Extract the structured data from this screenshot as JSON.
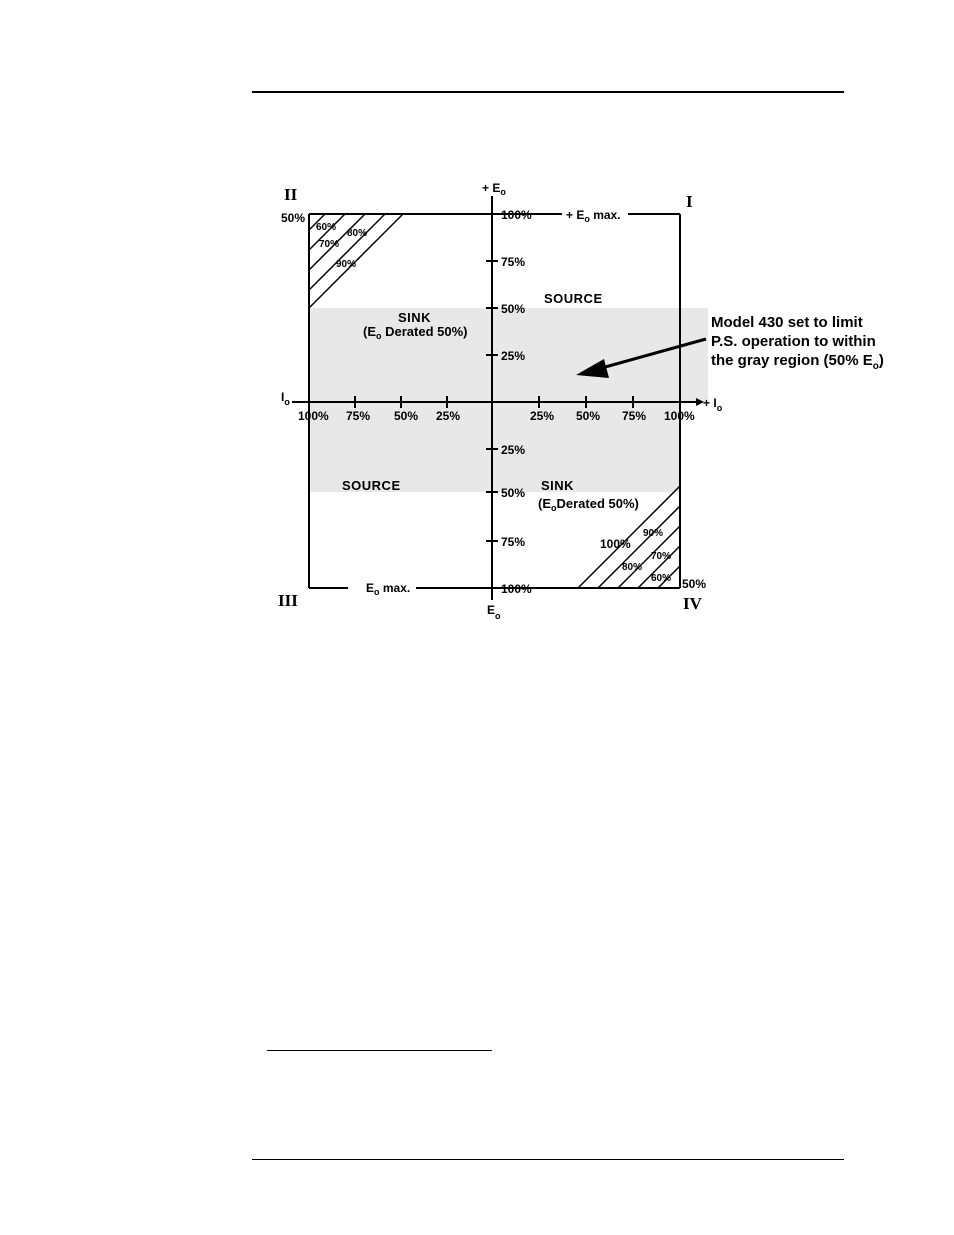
{
  "diagram": {
    "axes": {
      "y_pos_label": "+ E",
      "y_pos_sub": "o",
      "y_neg_label": "E",
      "y_neg_sub": "o",
      "x_pos_label": "+ I",
      "x_pos_sub": "o",
      "x_neg_label": "I",
      "x_neg_sub": "o",
      "eo_max_top": "+ E",
      "eo_max_top_sub": "o",
      "eo_max_top_suffix": " max.",
      "eo_max_bottom": "E",
      "eo_max_bottom_sub": "o",
      "eo_max_bottom_suffix": " max."
    },
    "quadrants": {
      "q1": "I",
      "q2": "II",
      "q3": "III",
      "q4": "IV"
    },
    "y_ticks_top": [
      "100%",
      "75%",
      "50%",
      "25%"
    ],
    "y_ticks_bottom": [
      "25%",
      "50%",
      "75%",
      "100%"
    ],
    "x_ticks_left": [
      "100%",
      "75%",
      "50%",
      "25%"
    ],
    "x_ticks_right": [
      "25%",
      "50%",
      "75%",
      "100%"
    ],
    "regions": {
      "sink_upper": "SINK",
      "sink_upper_note_pre": "(E",
      "sink_upper_note_sub": "o",
      "sink_upper_note_post": " Derated 50%)",
      "source_upper": "SOURCE",
      "source_lower": "SOURCE",
      "sink_lower": "SINK",
      "sink_lower_note_pre": "(E",
      "sink_lower_note_sub": "o",
      "sink_lower_note_post": "Derated 50%)"
    },
    "hatch_q2": {
      "corner": "50%",
      "labels": [
        "60%",
        "80%",
        "70%",
        "90%"
      ]
    },
    "hatch_q4": {
      "corner": "50%",
      "labels": [
        "90%",
        "100%",
        "70%",
        "80%",
        "60%"
      ]
    },
    "note": {
      "line1": "Model 430 set to limit",
      "line2": "P.S. operation to within",
      "line3_pre": "the gray region (50% E",
      "line3_sub": "o",
      "line3_post": ")"
    }
  },
  "colors": {
    "gray_region": "#e8e8e8",
    "ink": "#000000",
    "background": "#ffffff"
  }
}
